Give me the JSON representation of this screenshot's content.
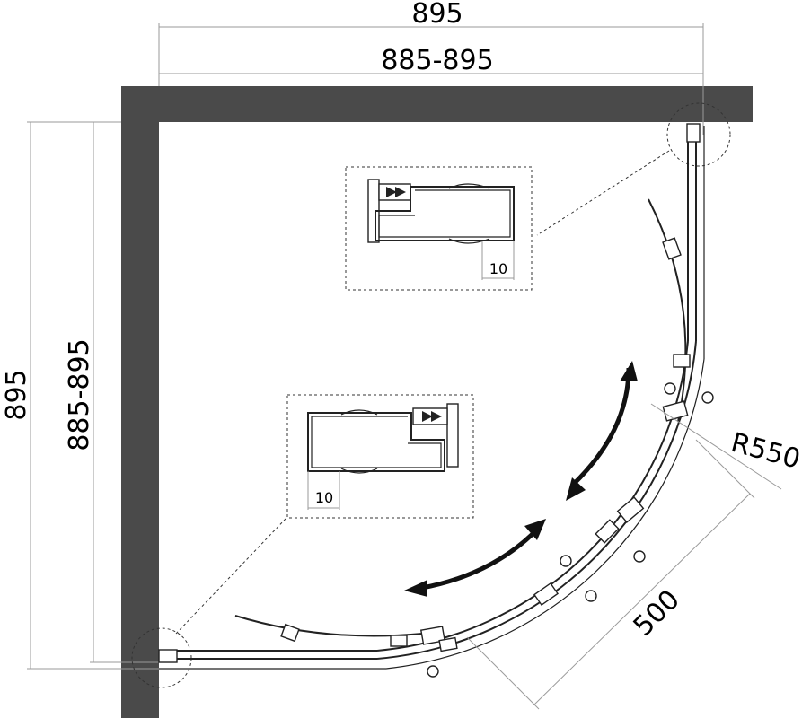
{
  "dimensions": {
    "top_outer": "895",
    "top_inner": "885-895",
    "left_outer": "895",
    "left_inner": "885-895",
    "radius": "R550",
    "door_width": "500"
  },
  "details": {
    "top_detail_gap": "10",
    "bottom_detail_gap": "10"
  }
}
